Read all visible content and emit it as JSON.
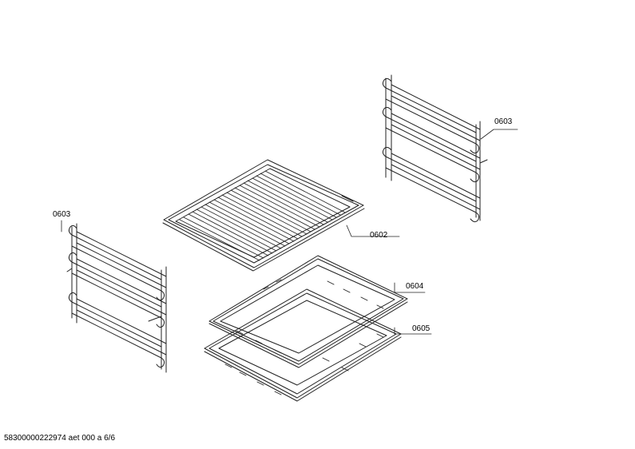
{
  "callouts": {
    "rack_right": "0603",
    "rack_left": "0603",
    "grill_rack": "0602",
    "baking_tray": "0604",
    "universal_pan": "0605"
  },
  "footer": {
    "document_code": "58300000222974 aet 000 a 6/6"
  }
}
